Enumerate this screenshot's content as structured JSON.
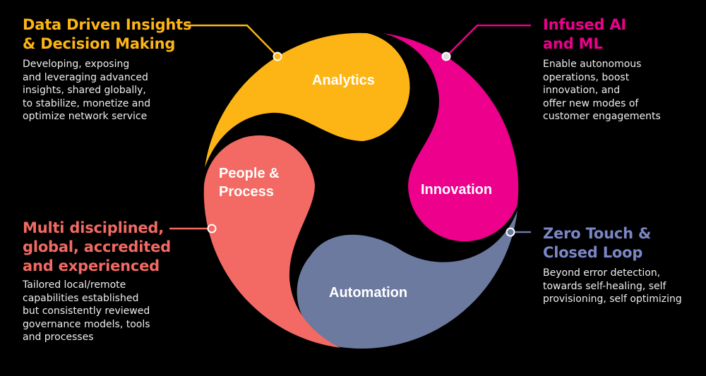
{
  "colors": {
    "analytics": "#FDB515",
    "innovation": "#EC008C",
    "automation": "#6C7A9F",
    "people": "#F26A63",
    "background": "#000000",
    "body_text": "#EEEEEE",
    "blue_title": "#7B86C6"
  },
  "segments": {
    "analytics": "Analytics",
    "innovation": "Innovation",
    "automation": "Automation",
    "people": [
      "People  &",
      "Process"
    ]
  },
  "callouts": {
    "analytics": {
      "title": [
        "Data Driven Insights",
        "& Decision Making"
      ],
      "body": [
        "Developing, exposing",
        "and leveraging advanced",
        "insights, shared globally,",
        "to stabilize, monetize and",
        "optimize network service"
      ]
    },
    "innovation": {
      "title": [
        "Infused AI",
        "and ML"
      ],
      "body": [
        "Enable autonomous",
        "operations, boost",
        "innovation, and",
        "offer new modes of",
        "customer engagements"
      ]
    },
    "people": {
      "title": [
        "Multi disciplined,",
        "global, accredited",
        "and experienced"
      ],
      "body": [
        "Tailored local/remote",
        "capabilities established",
        "but consistently reviewed",
        "governance models, tools",
        "and processes"
      ]
    },
    "automation": {
      "title": [
        "Zero Touch &",
        "Closed Loop"
      ],
      "body": [
        "Beyond error detection,",
        "towards self-healing, self",
        "provisioning, self optimizing"
      ]
    }
  }
}
